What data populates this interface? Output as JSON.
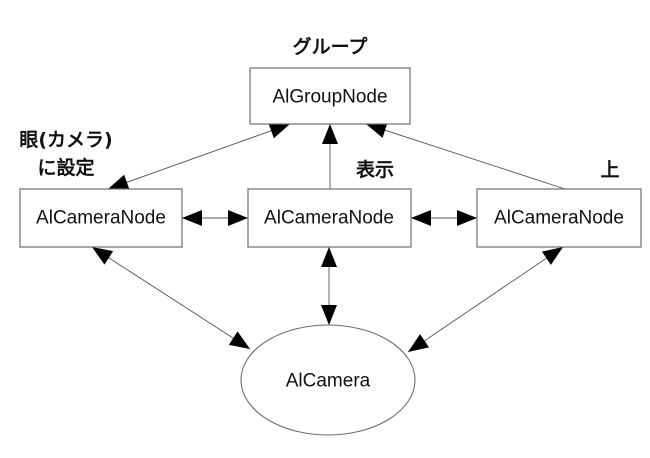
{
  "nodes": {
    "group": {
      "label": "AlGroupNode",
      "shape": "rectangle"
    },
    "camera_left": {
      "label": "AlCameraNode",
      "shape": "rectangle"
    },
    "camera_center": {
      "label": "AlCameraNode",
      "shape": "rectangle"
    },
    "camera_right": {
      "label": "AlCameraNode",
      "shape": "rectangle"
    },
    "camera": {
      "label": "AlCamera",
      "shape": "ellipse"
    }
  },
  "labels": {
    "group": "グループ",
    "eye_line1": "眼(カメラ)",
    "eye_line2": "に設定",
    "view": "表示",
    "up": "上"
  },
  "edges": [
    {
      "from": "camera_left",
      "to": "group",
      "arrows": "both"
    },
    {
      "from": "camera_center",
      "to": "group",
      "arrows": "to"
    },
    {
      "from": "camera_right",
      "to": "group",
      "arrows": "to"
    },
    {
      "from": "camera_left",
      "to": "camera_center",
      "arrows": "both"
    },
    {
      "from": "camera_center",
      "to": "camera_right",
      "arrows": "both"
    },
    {
      "from": "camera_left",
      "to": "camera",
      "arrows": "both"
    },
    {
      "from": "camera_center",
      "to": "camera",
      "arrows": "both"
    },
    {
      "from": "camera_right",
      "to": "camera",
      "arrows": "both"
    }
  ],
  "colors": {
    "stroke": "#6e6e6e",
    "arrow": "#000000",
    "text": "#111111",
    "background": "#ffffff"
  }
}
